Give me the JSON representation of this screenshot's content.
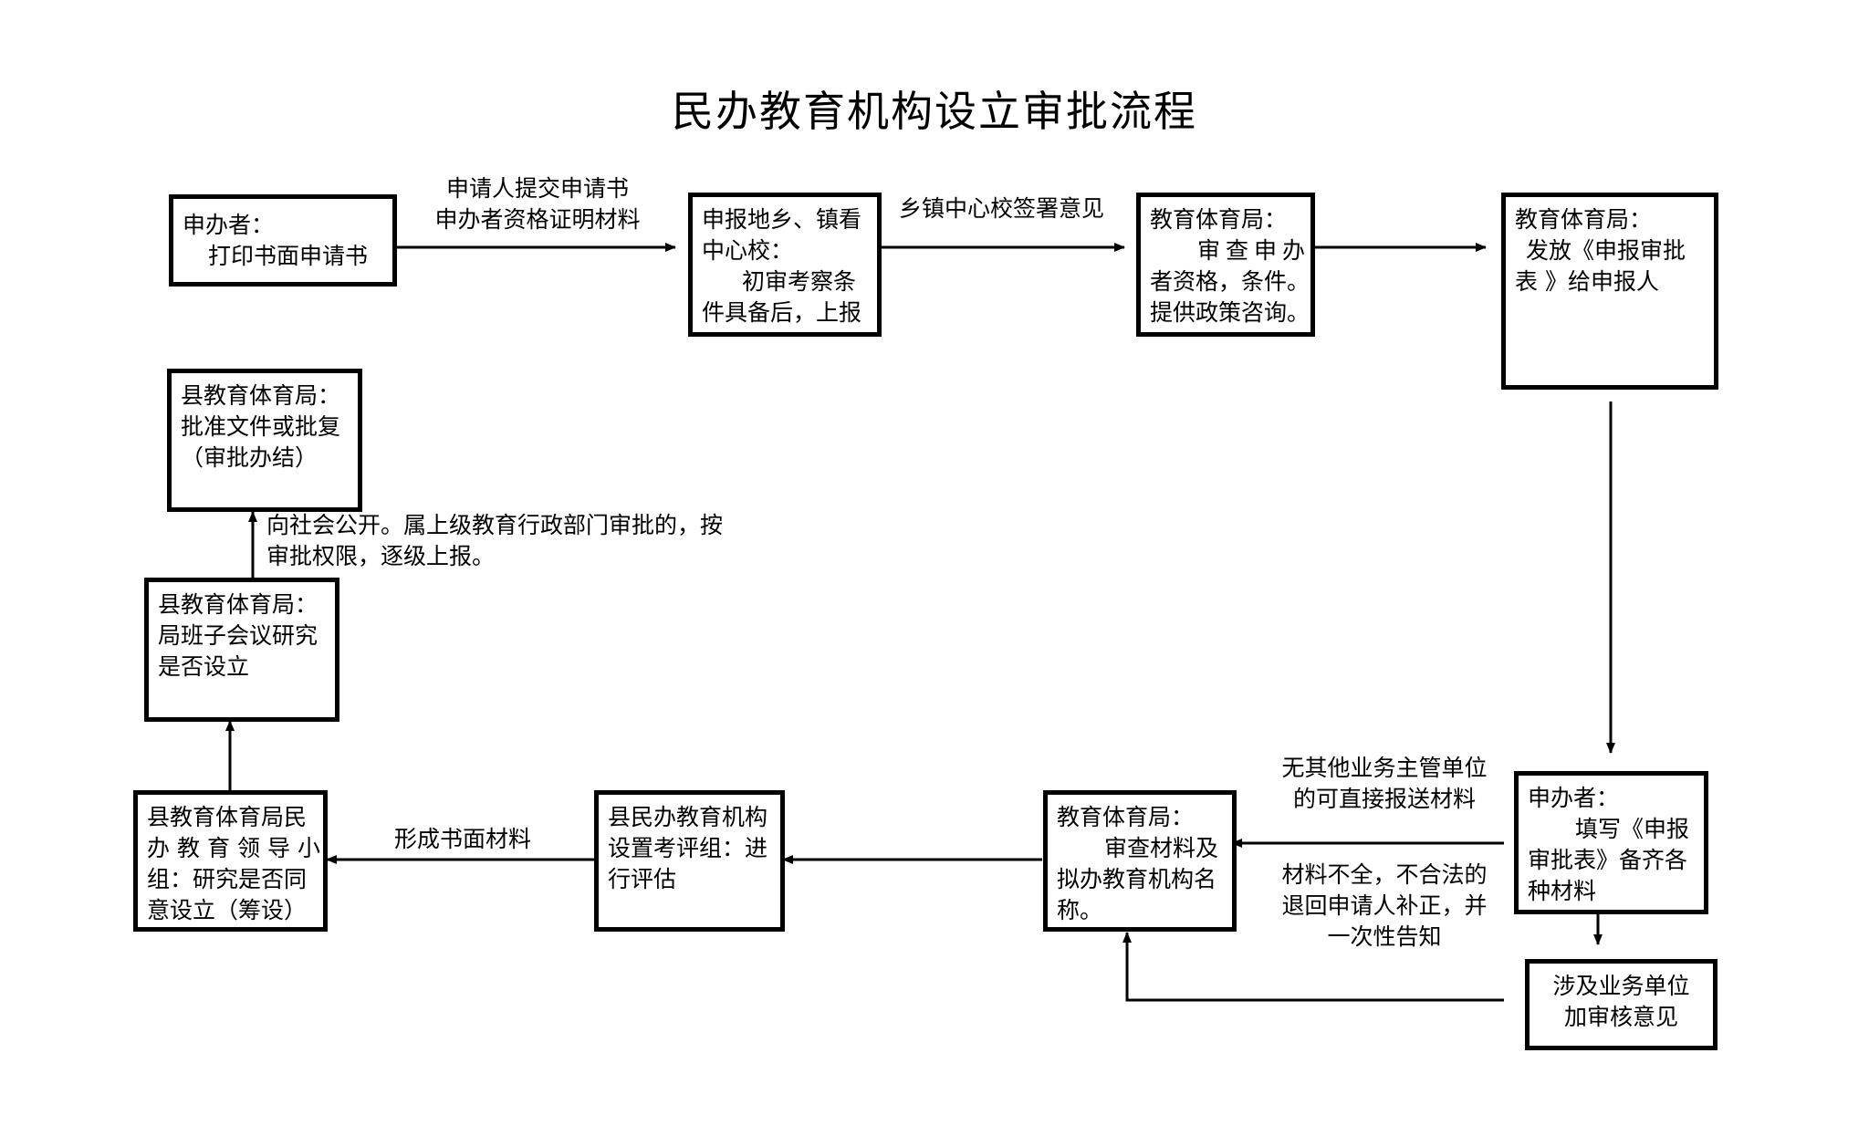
{
  "title": "民办教育机构设立审批流程",
  "boxes": {
    "applicant_print": [
      "申办者：",
      "打印书面申请书"
    ],
    "township_school": [
      "申报地乡、镇看",
      "中心校：",
      "初审考察条",
      "件具备后，上报"
    ],
    "edu_bureau_review": [
      "教育体育局：",
      "审查申办",
      "者资格，条件。",
      "提供政策咨询。"
    ],
    "edu_bureau_issue": [
      "教育体育局：",
      "发放《申报审批",
      "表 》给申报人"
    ],
    "applicant_fill": [
      "申办者：",
      "填写《申报",
      "审批表》备齐各",
      "种材料"
    ],
    "related_units": [
      "涉及业务单位",
      "加审核意见"
    ],
    "edu_bureau_materials": [
      "教育体育局：",
      "审查材料及",
      "拟办教育机构名",
      "称。"
    ],
    "county_eval_group": [
      "县民办教育机构",
      "设置考评组：进",
      "行评估"
    ],
    "county_leader_group": [
      "县教育体育局民",
      "办教育领导小",
      "组：研究是否同",
      "意设立（筹设）"
    ],
    "county_bureau_meeting": [
      "县教育体育局：",
      "局班子会议研究",
      "是否设立"
    ],
    "county_bureau_approve": [
      "县教育体育局：",
      "批准文件或批复",
      "（审批办结）"
    ]
  },
  "labels": {
    "submit": [
      "申请人提交申请书",
      "申办者资格证明材料"
    ],
    "township_sign": [
      "乡镇中心校签署意见"
    ],
    "direct_submit": [
      "无其他业务主管单位",
      "的可直接报送材料"
    ],
    "incomplete": [
      "材料不全，不合法的",
      "退回申请人补正，并",
      "一次性告知"
    ],
    "written_material": [
      "形成书面材料"
    ],
    "publicize": [
      "向社会公开。属上级教育行政部门审批的，按",
      "审批权限，逐级上报。"
    ]
  }
}
